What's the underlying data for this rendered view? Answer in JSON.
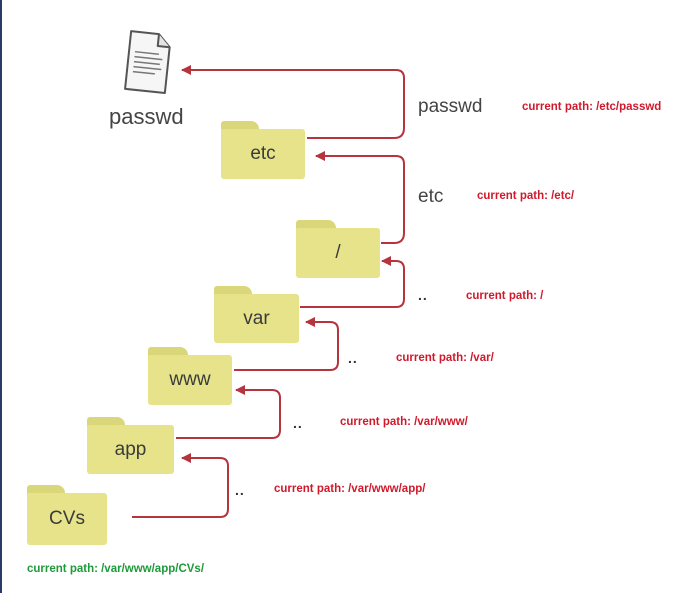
{
  "file": {
    "name": "passwd",
    "icon": "document-icon"
  },
  "folders": {
    "etc": "etc",
    "root": "/",
    "var": "var",
    "www": "www",
    "app": "app",
    "cvs": "CVs"
  },
  "steps": {
    "passwd": "passwd",
    "etc": "etc",
    "up1": "..",
    "up2": "..",
    "up3": "..",
    "up4": ".."
  },
  "paths": {
    "passwd": "current path: /etc/passwd",
    "etc": "current path: /etc/",
    "root": "current path: /",
    "var": "current path: /var/",
    "www": "current path: /var/www/",
    "app": "current path: /var/www/app/",
    "start": "current path: /var/www/app/CVs/"
  },
  "colors": {
    "folder_fill": "#e6e38a",
    "folder_tab": "#d9d77a",
    "arrow": "#b5343d",
    "path_text": "#d0192b",
    "start_path_text": "#1e9a3a"
  }
}
